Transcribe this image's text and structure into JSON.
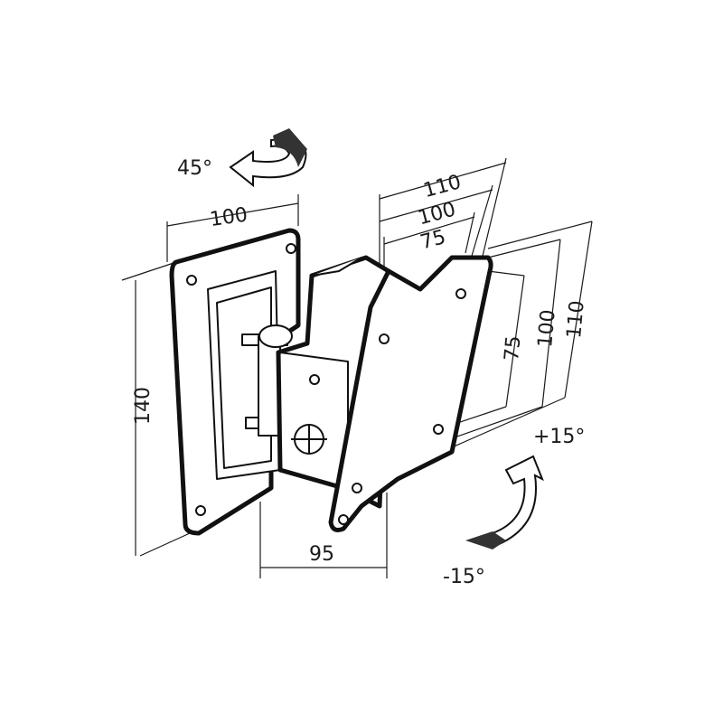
{
  "labels": {
    "rotation_swivel": "45°",
    "wall_plate_width": "100",
    "wall_plate_height": "140",
    "depth": "95",
    "vesa_top_110": "110",
    "vesa_top_100": "100",
    "vesa_top_75": "75",
    "vesa_side_75": "75",
    "vesa_side_100": "100",
    "vesa_side_110": "110",
    "tilt_up": "+15°",
    "tilt_down": "-15°"
  },
  "colors": {
    "line": "#111111",
    "background": "#ffffff",
    "arrow_fill": "#333333"
  }
}
